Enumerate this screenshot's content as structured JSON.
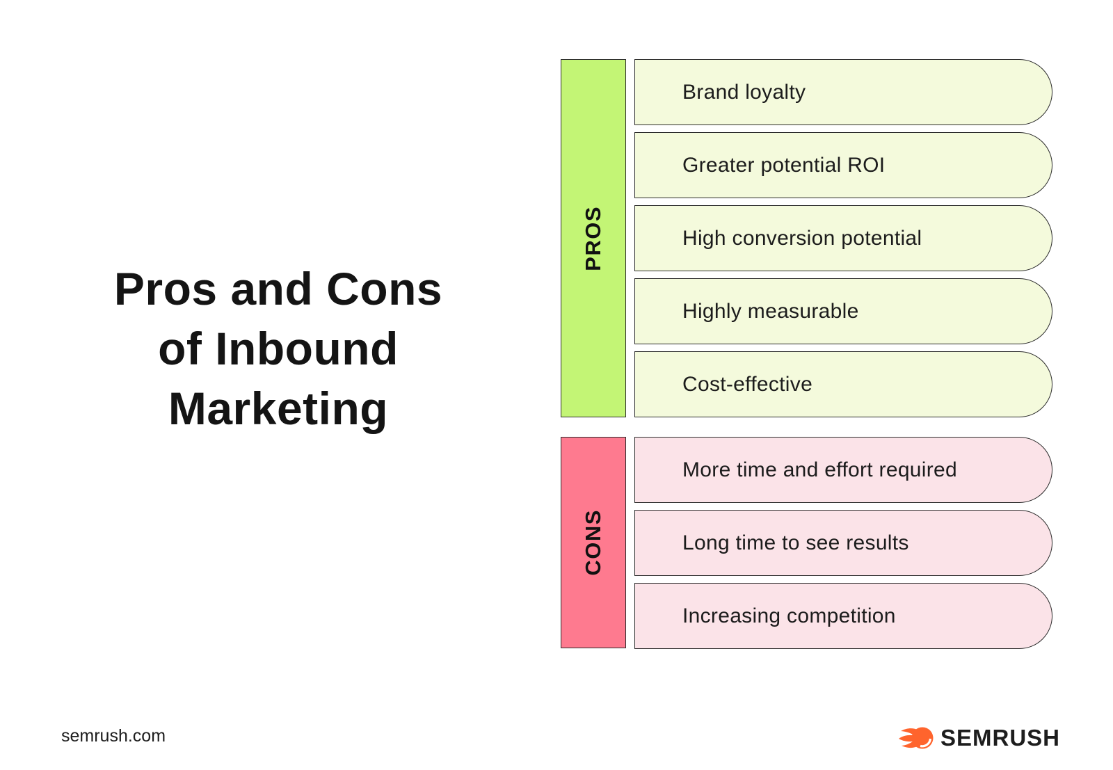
{
  "title": {
    "lines": [
      "Pros and Cons",
      "of Inbound",
      "Marketing"
    ]
  },
  "pros": {
    "label": "PROS",
    "bar_color": "#C3F575",
    "card_color": "#F4FADC",
    "items": [
      "Brand loyalty",
      "Greater potential ROI",
      "High conversion potential",
      "Highly measurable",
      "Cost-effective"
    ]
  },
  "cons": {
    "label": "CONS",
    "bar_color": "#FE7A8F",
    "card_color": "#FBE3E8",
    "items": [
      "More time and effort required",
      "Long time to see results",
      "Increasing competition"
    ]
  },
  "footer": {
    "site_url": "semrush.com",
    "brand_name": "SEMRUSH",
    "brand_color": "#FF642D",
    "logo_icon": "semrush-flame-icon"
  },
  "colors": {
    "background": "#FFFFFF",
    "border": "#2B2B2B",
    "text": "#1C1C1C"
  }
}
